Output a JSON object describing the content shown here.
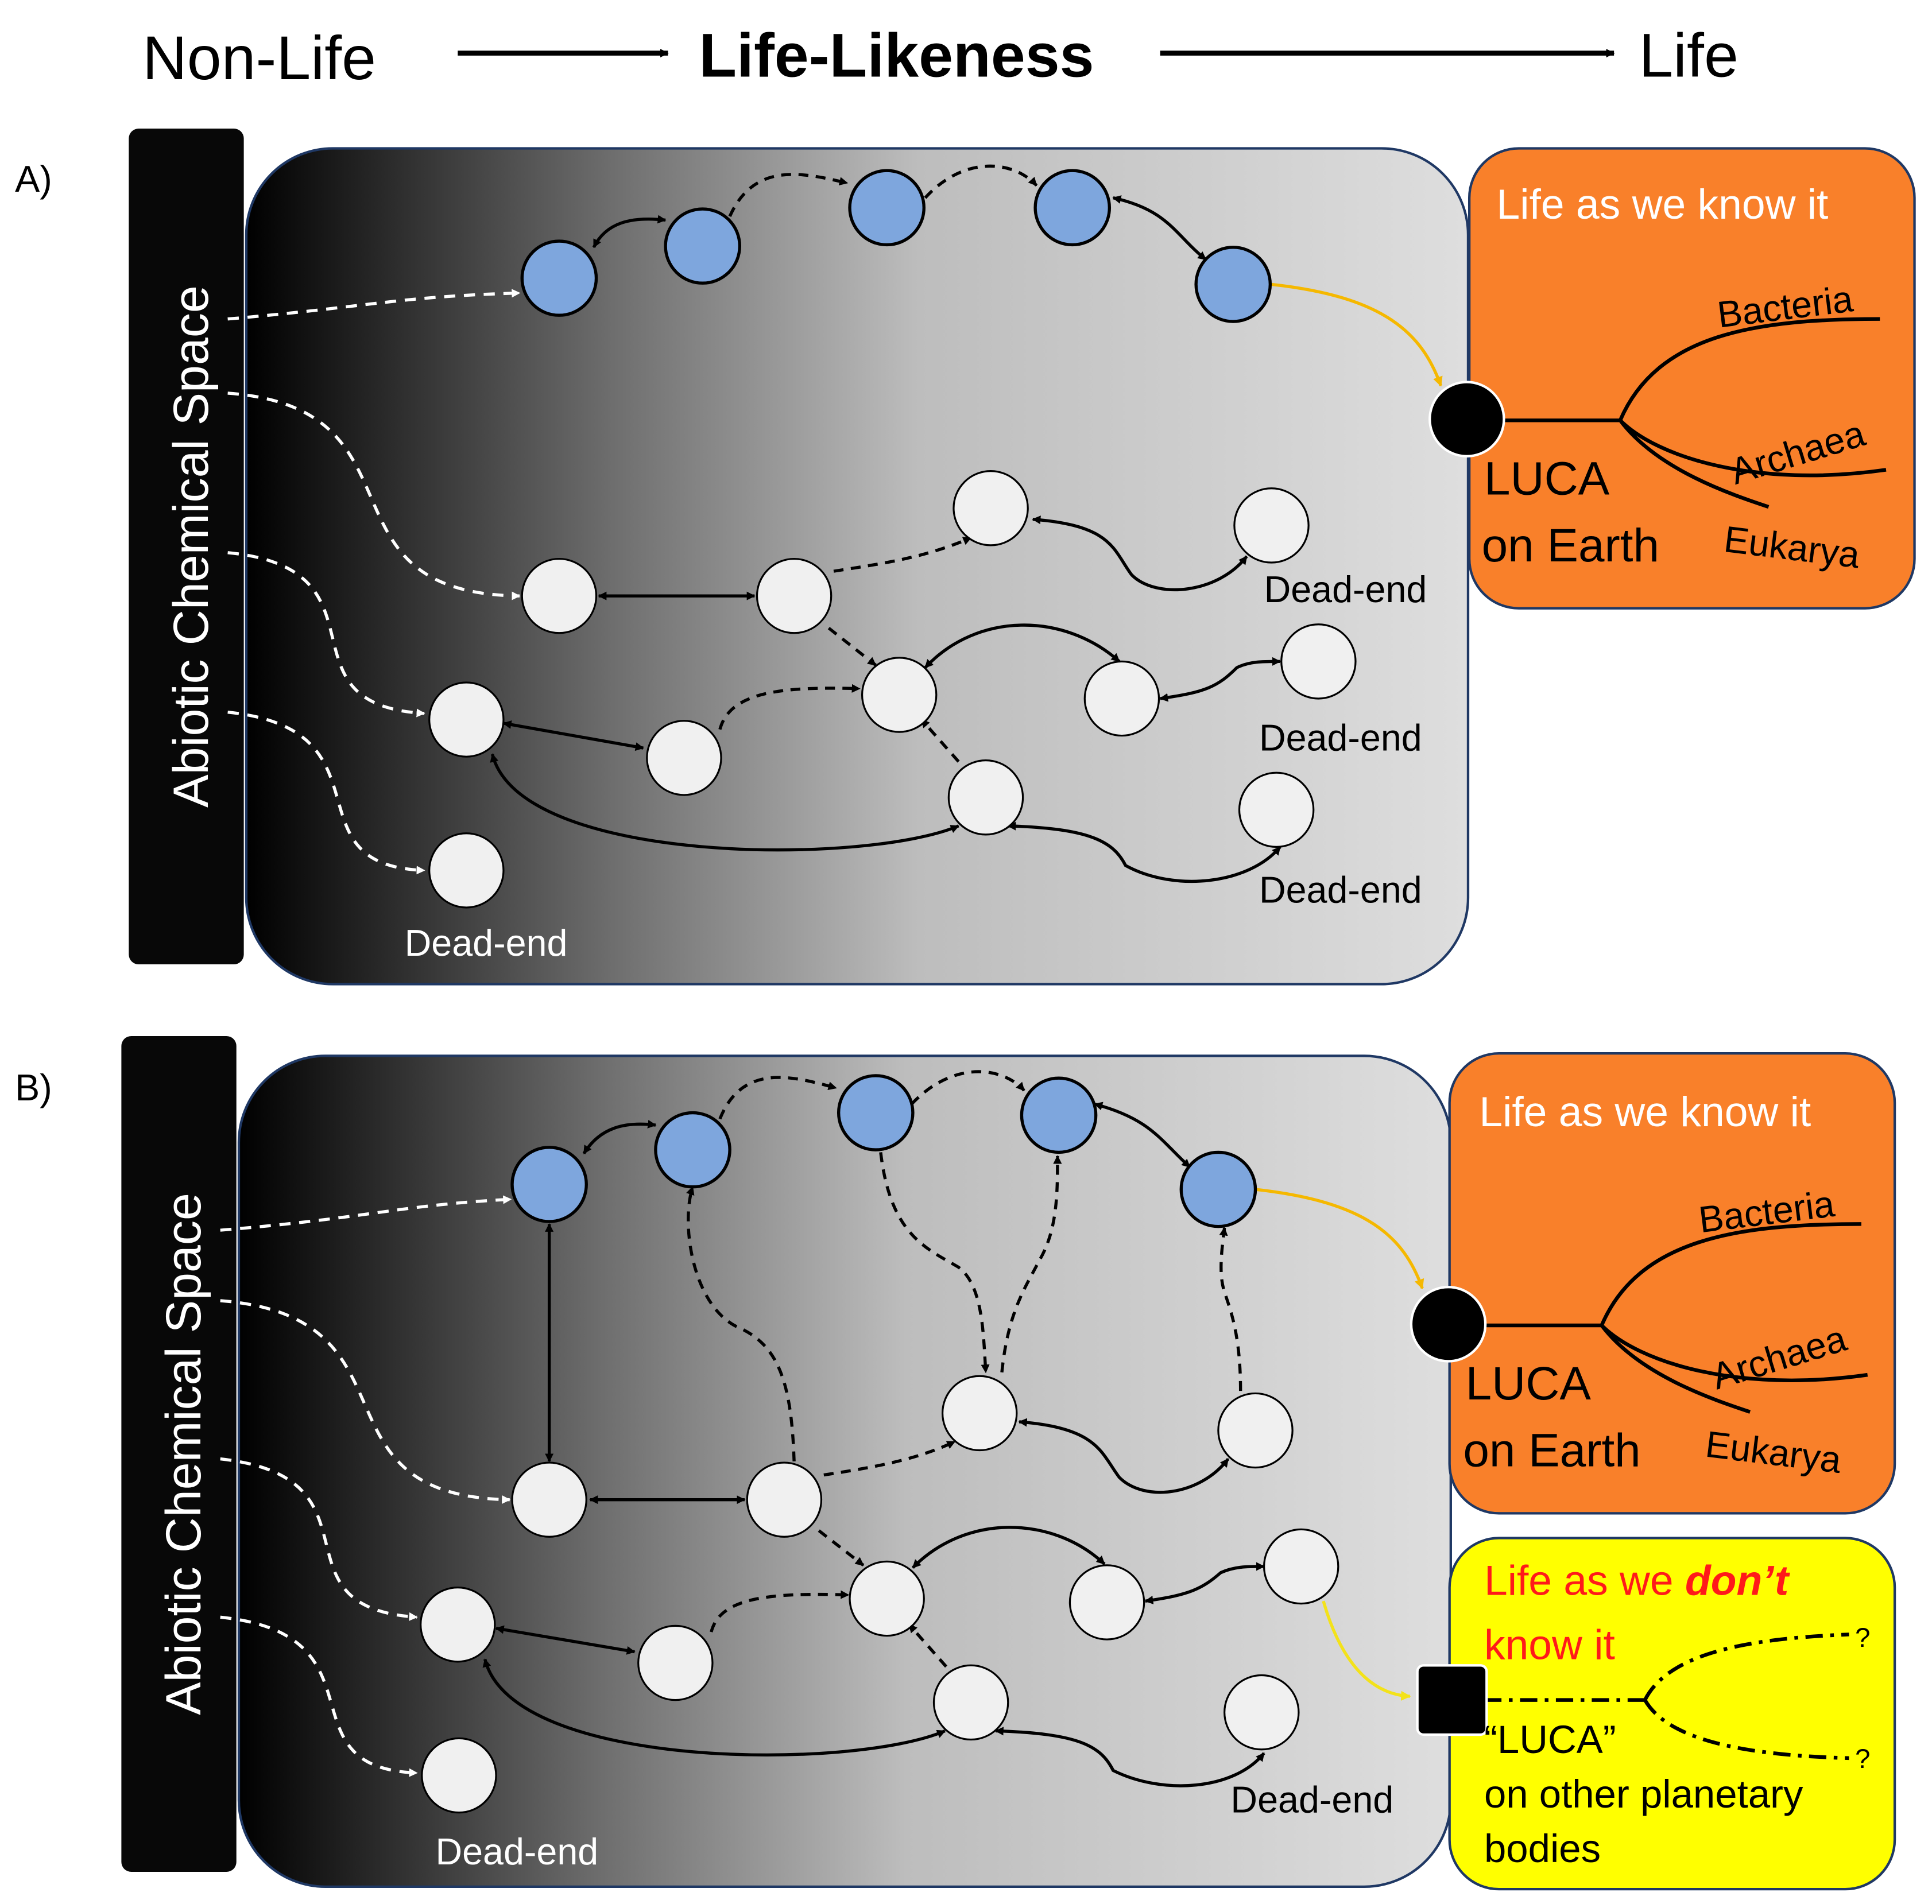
{
  "header": {
    "left": "Non-Life",
    "center": "Life-Likeness",
    "right": "Life"
  },
  "labels": {
    "dead_end": "Dead-end",
    "abiotic": "Abiotic Chemical Space",
    "life_known": "Life as we know it",
    "life_unknown_prefix": "Life as we ",
    "life_unknown_emph": "don’t",
    "life_unknown_suffix": "know it",
    "bacteria": "Bacteria",
    "archaea": "Archaea",
    "eukarya": "Eukarya",
    "luca_1": "LUCA",
    "luca_2": "on Earth",
    "luca_other_1": "“LUCA”",
    "luca_other_2": "on other planetary",
    "luca_other_3": "bodies",
    "question": "?"
  },
  "panels": [
    {
      "letter": "A)"
    },
    {
      "letter": "B)"
    }
  ],
  "colors": {
    "blue_node": "#7ea6dd",
    "white_node": "#f0f0f0",
    "orange_box": "#f9802a",
    "yellow_box": "#ffff00",
    "gold_arrow": "#f5b800",
    "yellow_arrow": "#f3e21a",
    "red_text": "#ff1a1a",
    "navy_border": "#1f3864"
  }
}
